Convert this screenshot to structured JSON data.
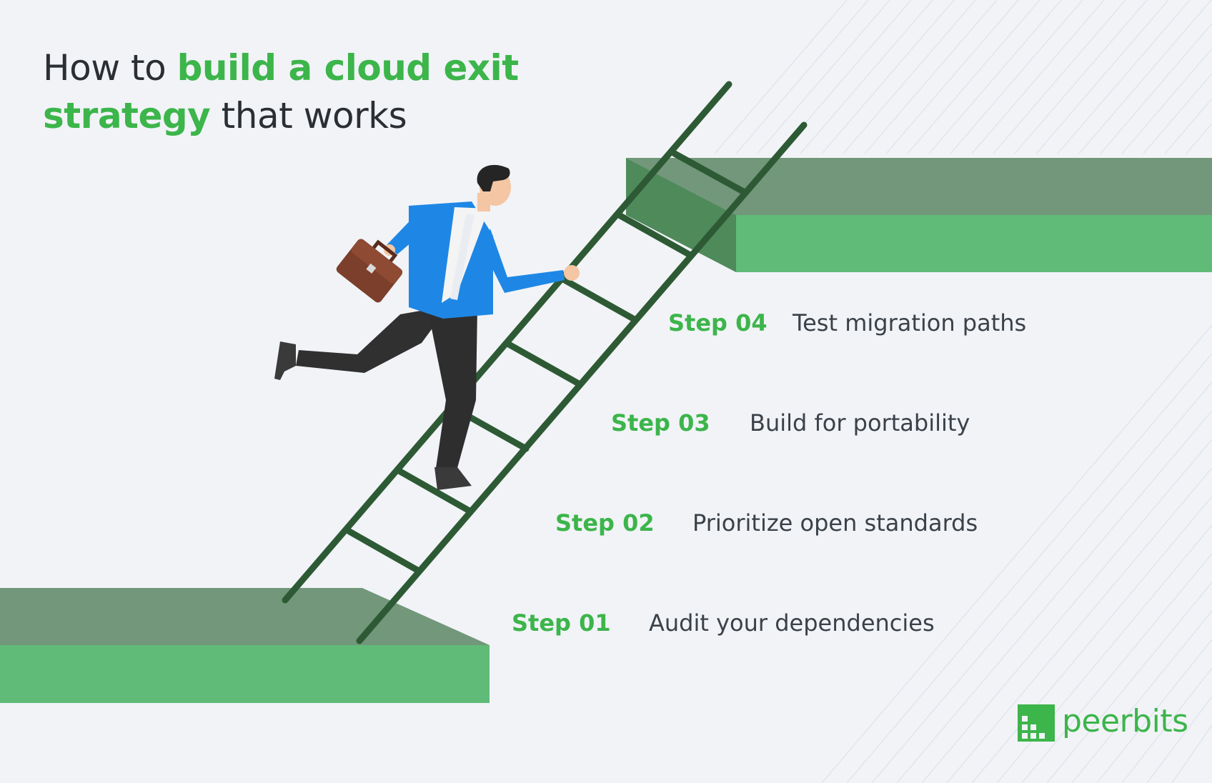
{
  "title": {
    "part1": "How to ",
    "highlight1": "build a cloud exit",
    "highlight2": "strategy",
    "part2": " that works"
  },
  "steps": [
    {
      "label": "Step 04",
      "text": "Test migration paths"
    },
    {
      "label": "Step 03",
      "text": "Build for portability"
    },
    {
      "label": "Step 02",
      "text": "Prioritize open standards"
    },
    {
      "label": "Step 01",
      "text": "Audit your dependencies"
    }
  ],
  "logo": {
    "text": "peerbits"
  },
  "colors": {
    "background": "#f1f3f7",
    "accent_green": "#3cb54a",
    "platform_light": "#5fbb77",
    "platform_dark": "#72977a",
    "ladder": "#2d5a34",
    "text_dark": "#2b2f33"
  }
}
